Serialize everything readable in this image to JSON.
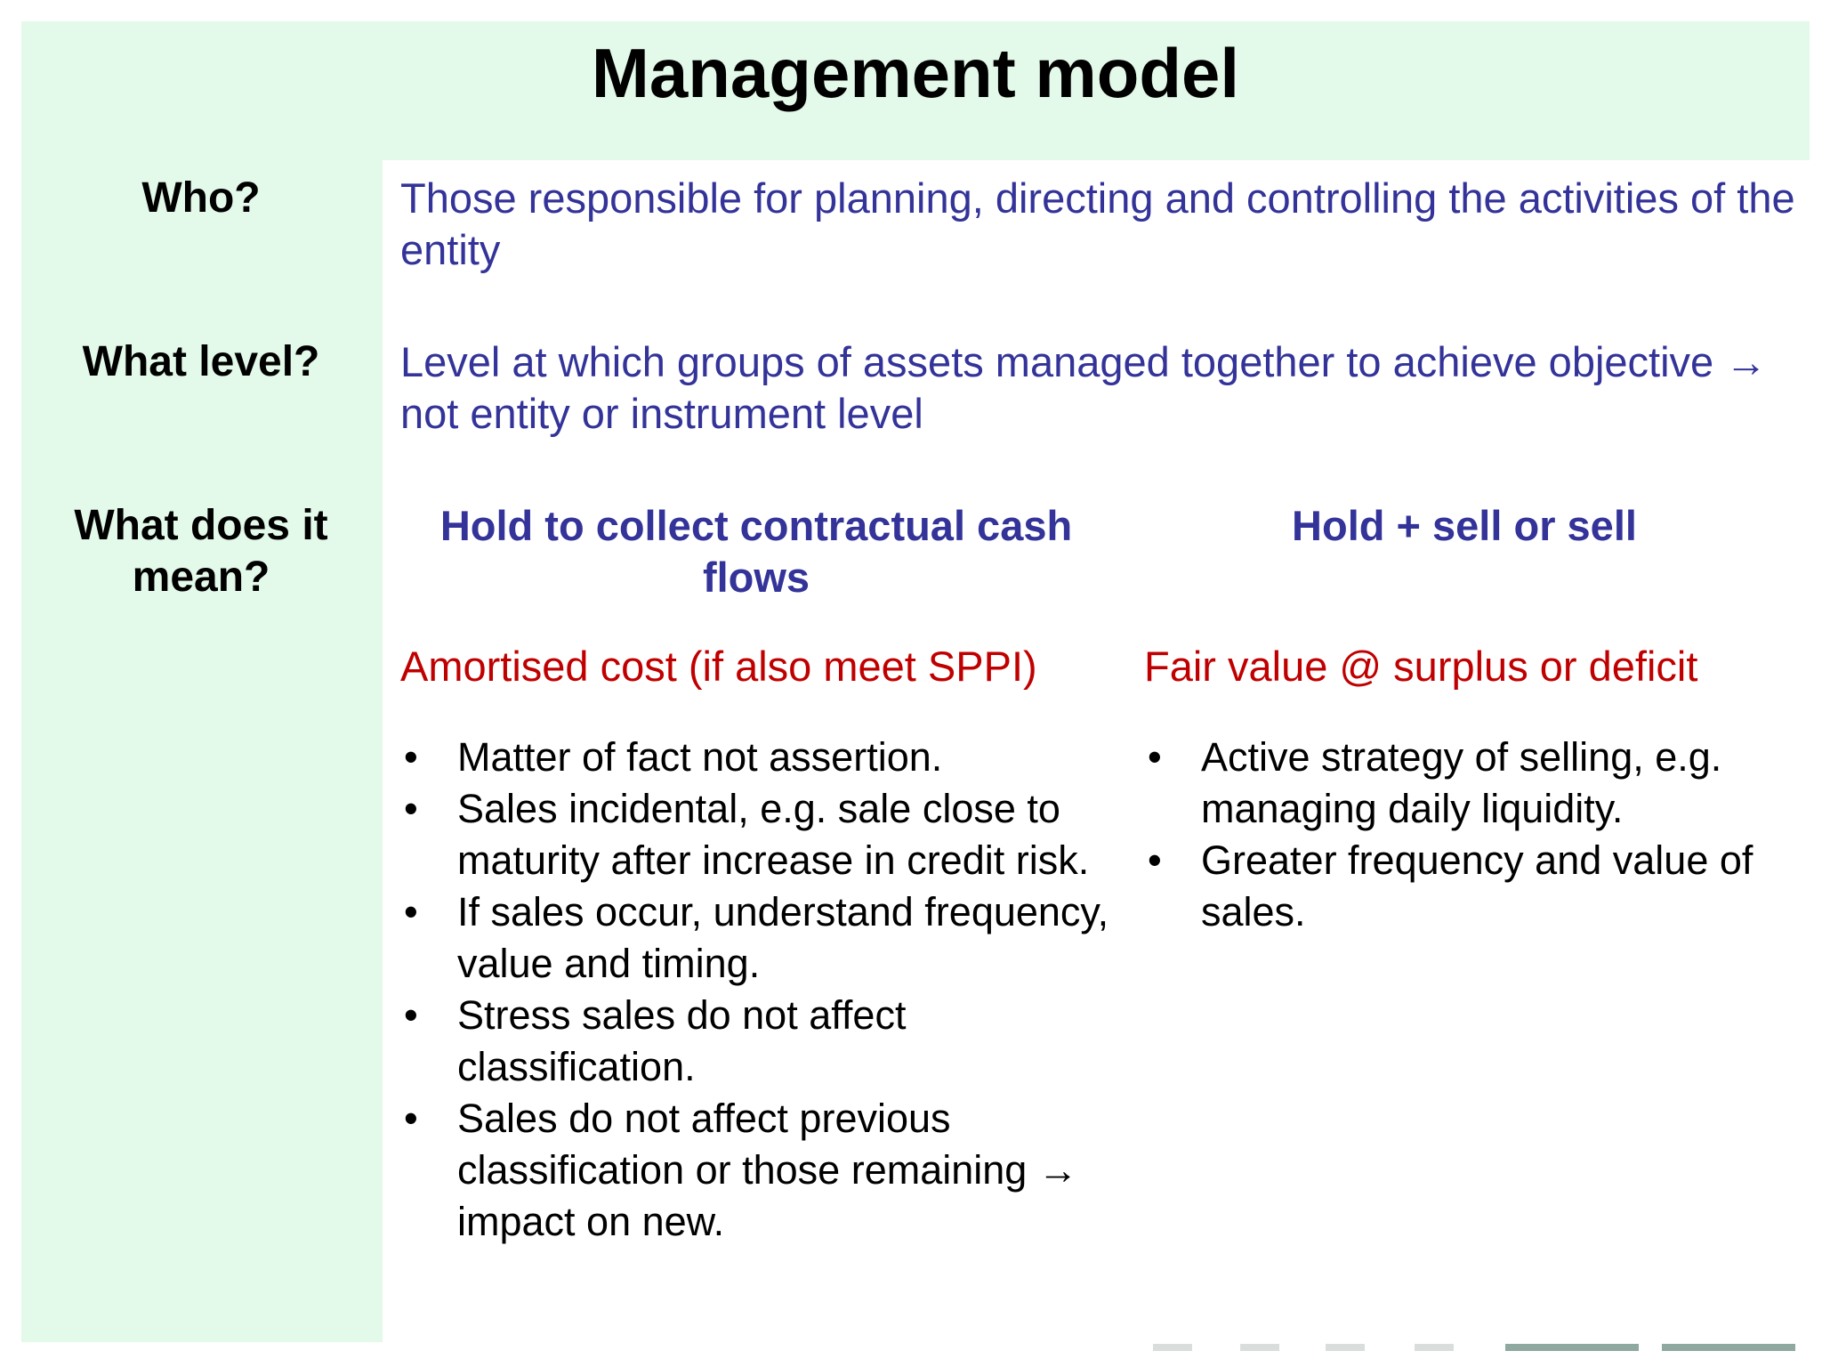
{
  "title": "Management model",
  "rows": {
    "who": {
      "label": "Who?",
      "text": "Those responsible for planning, directing and controlling the activities of the entity"
    },
    "level": {
      "label": "What level?",
      "text": "Level at which groups of assets managed together to achieve objective → not entity or instrument level"
    },
    "meaning": {
      "label": "What does it mean?"
    }
  },
  "columns": [
    {
      "heading": "Hold to collect contractual cash flows",
      "measurement": "Amortised cost (if also meet SPPI)",
      "bullets": [
        "Matter of fact not assertion.",
        "Sales incidental, e.g. sale close to maturity after increase in credit risk.",
        "If sales occur, understand frequency, value and timing.",
        "Stress sales do not affect classification.",
        "Sales do not affect previous classification or those remaining → impact on new."
      ]
    },
    {
      "heading": "Hold + sell or sell",
      "measurement": "Fair value @ surplus or deficit",
      "bullets": [
        "Active strategy of selling, e.g. managing daily liquidity.",
        "Greater frequency and value of sales."
      ]
    }
  ],
  "bullet_symbol": "•",
  "colors": {
    "band_green": "#e3f9e9",
    "heading_blue": "#333399",
    "measurement_red": "#c00000",
    "body_black": "#000000",
    "progress_active": "#8fa8a0",
    "progress_inactive": "#d9dedc"
  },
  "progress": {
    "total_segments": 8,
    "active_segments": [
      6,
      7
    ]
  }
}
